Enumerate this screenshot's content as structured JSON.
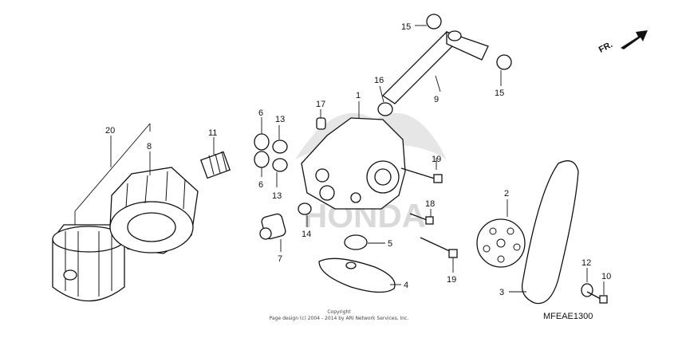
{
  "direction_label": "FR.",
  "diagram_code": "MFEAE1300",
  "watermark": "HONDA",
  "copyright": {
    "line1": "Copyright",
    "line2": "Page design (c) 2004 - 2014 by ARI Network Services, Inc."
  },
  "callouts": {
    "c1": "1",
    "c2": "2",
    "c3": "3",
    "c4": "4",
    "c5": "5",
    "c6a": "6",
    "c6b": "6",
    "c7": "7",
    "c8": "8",
    "c9": "9",
    "c10": "10",
    "c11": "11",
    "c12": "12",
    "c13a": "13",
    "c13b": "13",
    "c14": "14",
    "c15a": "15",
    "c15b": "15",
    "c16": "16",
    "c17": "17",
    "c18": "18",
    "c19a": "19",
    "c19b": "19",
    "c20": "20"
  }
}
